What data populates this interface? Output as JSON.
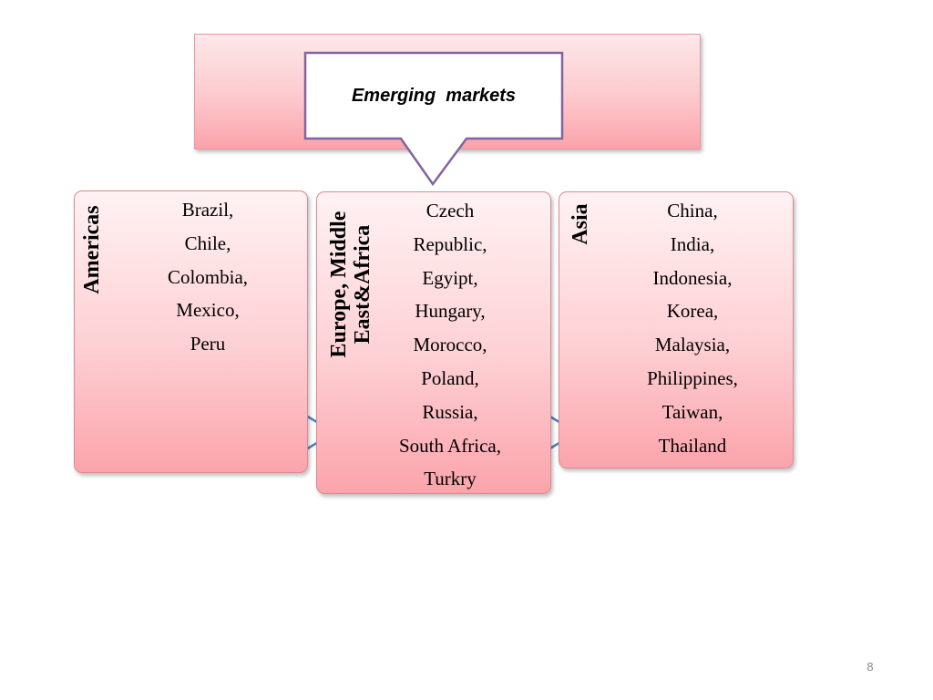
{
  "header": {
    "title": "Emerging  markets"
  },
  "regions": [
    {
      "label_lines": [
        "Americas"
      ],
      "countries": [
        "Brazil,",
        "Chile,",
        "Colombia,",
        "Mexico,",
        "Peru"
      ]
    },
    {
      "label_lines": [
        "Europe, Middle",
        "East&Africa"
      ],
      "countries": [
        "Czech",
        "Republic,",
        "Egyipt,",
        "Hungary,",
        "Morocco,",
        "Poland,",
        "Russia,",
        "South Africa,",
        "Turkry"
      ]
    },
    {
      "label_lines": [
        "Asia"
      ],
      "countries": [
        "China,",
        "India,",
        "Indonesia,",
        "Korea,",
        "Malaysia,",
        "Philippines,",
        "Taiwan,",
        "Thailand"
      ]
    }
  ],
  "colors": {
    "box_top": "#fff2f3",
    "box_bottom": "#fba4ab",
    "callout_border": "#8064a2",
    "arrow_fill": "#ffffff",
    "arrow_stroke": "#4f81bd"
  },
  "page_number": "8"
}
